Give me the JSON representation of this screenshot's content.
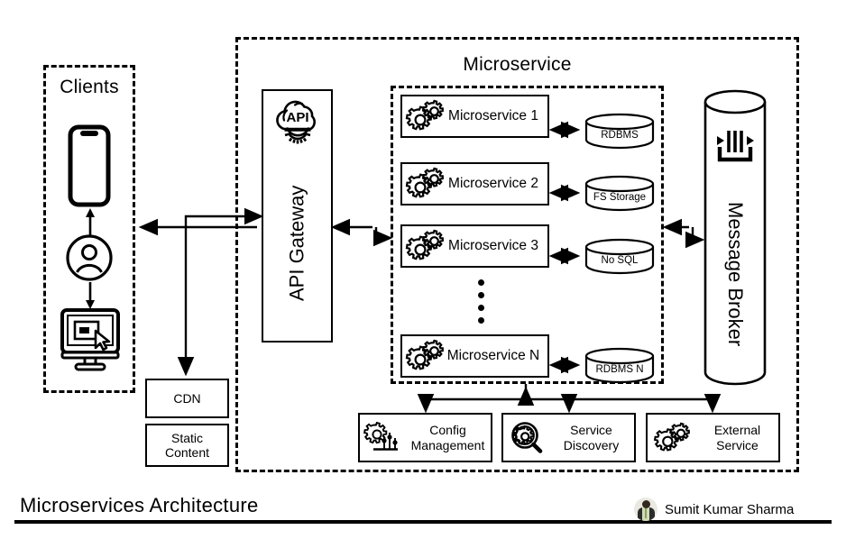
{
  "diagram": {
    "footer_title": "Microservices Architecture",
    "author": "Sumit Kumar Sharma",
    "avatar_icon": "person-photo-avatar"
  },
  "clients_group": {
    "title": "Clients",
    "icons": [
      {
        "name": "smartphone-icon",
        "label": "smartphone"
      },
      {
        "name": "user-icon",
        "label": "user"
      },
      {
        "name": "desktop-monitor-icon",
        "label": "desktop monitor"
      }
    ]
  },
  "edge_boxes": [
    {
      "name": "cdn-box",
      "label": "CDN"
    },
    {
      "name": "static-content-box",
      "label": "Static\nContent",
      "line1": "Static",
      "line2": "Content"
    }
  ],
  "microservice_group": {
    "title": "Microservice",
    "gateway": {
      "label": "API Gateway",
      "icon_text": "API",
      "icon_name": "api-cloud-gear-icon"
    },
    "services": [
      {
        "label": "Microservice 1",
        "icon": "gears-icon",
        "db": {
          "label": "RDBMS",
          "icon": "database-cylinder-icon"
        }
      },
      {
        "label": "Microservice 2",
        "icon": "gears-icon",
        "db": {
          "label": "FS Storage",
          "icon": "database-cylinder-icon"
        }
      },
      {
        "label": "Microservice 3",
        "icon": "gears-icon",
        "db": {
          "label": "No SQL",
          "icon": "database-cylinder-icon"
        }
      },
      {
        "label": "Microservice N",
        "icon": "gears-icon",
        "db": {
          "label": "RDBMS N",
          "icon": "database-cylinder-icon"
        }
      }
    ],
    "ellipsis_dots": 4,
    "broker": {
      "label": "Message Broker",
      "icon_name": "message-queue-icon"
    },
    "support_services": [
      {
        "name": "config-management",
        "line1": "Config",
        "line2": "Management",
        "icon": "gear-sliders-icon"
      },
      {
        "name": "service-discovery",
        "line1": "Service",
        "line2": "Discovery",
        "icon": "magnifier-gear-icon"
      },
      {
        "name": "external-service",
        "line1": "External",
        "line2": "Service",
        "icon": "gears-icon"
      }
    ]
  },
  "colors": {
    "stroke": "#000000",
    "background": "#ffffff",
    "avatar_accent": "#cfdcb4"
  }
}
